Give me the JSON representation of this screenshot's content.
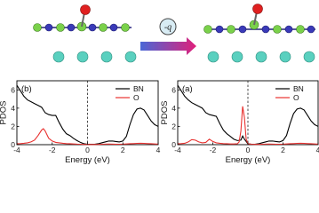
{
  "colors": {
    "bn": "#000000",
    "o": "#e8312f",
    "n_atom": "#3a3ab8",
    "b_atom": "#7ad14a",
    "o_atom": "#e02020",
    "substrate_atom": "#5ad0bf",
    "arrow_start": "#4a67d6",
    "arrow_end": "#e0207a"
  },
  "process_label": "-q",
  "icons": {
    "process_arrow": "gradient-arrow-icon",
    "process_badge": "circle-badge-icon"
  },
  "chart_data": [
    {
      "type": "line",
      "panel_label": "(b)",
      "xlabel": "Energy (eV)",
      "ylabel": "PDOS",
      "xlim": [
        -4,
        4
      ],
      "ylim": [
        0,
        7
      ],
      "xticks": [
        -4,
        -2,
        0,
        2,
        4
      ],
      "yticks": [
        0,
        2,
        4,
        6
      ],
      "fermi_level": 0,
      "legend_position": "top-right",
      "series": [
        {
          "name": "BN",
          "color": "#000000",
          "x": [
            -4.0,
            -3.8,
            -3.6,
            -3.4,
            -3.2,
            -3.0,
            -2.8,
            -2.6,
            -2.4,
            -2.2,
            -2.0,
            -1.8,
            -1.6,
            -1.4,
            -1.2,
            -1.0,
            -0.8,
            -0.6,
            -0.4,
            -0.2,
            0.0,
            0.2,
            0.4,
            0.6,
            0.8,
            1.0,
            1.2,
            1.4,
            1.6,
            1.8,
            2.0,
            2.2,
            2.4,
            2.6,
            2.8,
            3.0,
            3.2,
            3.4,
            3.6,
            3.8,
            4.0
          ],
          "y": [
            6.5,
            5.9,
            5.3,
            4.9,
            4.7,
            4.5,
            4.3,
            4.1,
            3.5,
            3.3,
            3.2,
            3.2,
            2.4,
            1.7,
            1.2,
            1.0,
            0.7,
            0.45,
            0.25,
            0.1,
            0.05,
            0.05,
            0.05,
            0.1,
            0.2,
            0.3,
            0.4,
            0.4,
            0.35,
            0.3,
            0.4,
            0.9,
            2.2,
            3.3,
            3.9,
            4.0,
            3.8,
            3.2,
            2.6,
            2.2,
            2.0
          ]
        },
        {
          "name": "O",
          "color": "#e8312f",
          "x": [
            -4.0,
            -3.8,
            -3.6,
            -3.4,
            -3.2,
            -3.0,
            -2.8,
            -2.6,
            -2.5,
            -2.4,
            -2.2,
            -2.0,
            -1.8,
            -1.6,
            -1.4,
            -1.2,
            -1.0,
            -0.8,
            -0.6,
            -0.4,
            -0.2,
            0.0,
            0.2,
            0.4,
            0.6,
            0.8,
            1.0,
            1.2,
            1.4,
            1.6,
            1.8,
            2.0,
            2.2,
            2.4,
            2.6,
            2.8,
            3.0,
            3.2,
            3.4,
            3.6,
            3.8,
            4.0
          ],
          "y": [
            0.1,
            0.12,
            0.15,
            0.2,
            0.3,
            0.5,
            1.0,
            1.6,
            1.75,
            1.5,
            0.7,
            0.4,
            0.25,
            0.2,
            0.15,
            0.12,
            0.1,
            0.08,
            0.06,
            0.05,
            0.03,
            0.02,
            0.02,
            0.02,
            0.03,
            0.05,
            0.06,
            0.07,
            0.06,
            0.05,
            0.05,
            0.06,
            0.08,
            0.1,
            0.12,
            0.14,
            0.15,
            0.14,
            0.12,
            0.1,
            0.08,
            0.06
          ]
        }
      ]
    },
    {
      "type": "line",
      "panel_label": "(a)",
      "xlabel": "Energy (eV)",
      "ylabel": "PDOS",
      "xlim": [
        -4,
        4
      ],
      "ylim": [
        0,
        7
      ],
      "xticks": [
        -4,
        -2,
        0,
        2,
        4
      ],
      "yticks": [
        0,
        2,
        4,
        6
      ],
      "fermi_level": 0,
      "legend_position": "top-right",
      "series": [
        {
          "name": "BN",
          "color": "#000000",
          "x": [
            -4.0,
            -3.8,
            -3.6,
            -3.4,
            -3.2,
            -3.0,
            -2.8,
            -2.6,
            -2.4,
            -2.2,
            -2.0,
            -1.8,
            -1.6,
            -1.4,
            -1.2,
            -1.0,
            -0.8,
            -0.6,
            -0.4,
            -0.3,
            -0.2,
            0.0,
            0.2,
            0.4,
            0.6,
            0.8,
            1.0,
            1.2,
            1.4,
            1.6,
            1.8,
            2.0,
            2.2,
            2.4,
            2.6,
            2.8,
            3.0,
            3.2,
            3.4,
            3.6,
            3.8,
            4.0
          ],
          "y": [
            6.5,
            5.9,
            5.3,
            4.9,
            4.6,
            4.4,
            4.2,
            4.0,
            3.5,
            3.3,
            3.2,
            3.1,
            2.3,
            1.6,
            1.2,
            0.9,
            0.6,
            0.45,
            0.5,
            0.95,
            0.6,
            0.1,
            0.05,
            0.05,
            0.1,
            0.2,
            0.3,
            0.4,
            0.4,
            0.35,
            0.3,
            0.45,
            1.0,
            2.3,
            3.4,
            3.9,
            4.0,
            3.8,
            3.2,
            2.6,
            2.2,
            2.0
          ]
        },
        {
          "name": "O",
          "color": "#e8312f",
          "x": [
            -4.0,
            -3.8,
            -3.6,
            -3.4,
            -3.2,
            -3.0,
            -2.8,
            -2.6,
            -2.4,
            -2.2,
            -2.0,
            -1.8,
            -1.6,
            -1.4,
            -1.2,
            -1.0,
            -0.8,
            -0.6,
            -0.5,
            -0.4,
            -0.3,
            -0.2,
            -0.1,
            0.0,
            0.2,
            0.4,
            0.6,
            0.8,
            1.0,
            1.2,
            1.4,
            1.6,
            1.8,
            2.0,
            2.2,
            2.4,
            2.6,
            2.8,
            3.0,
            3.2,
            3.4,
            3.6,
            3.8,
            4.0
          ],
          "y": [
            0.1,
            0.12,
            0.15,
            0.3,
            0.55,
            0.5,
            0.3,
            0.2,
            0.25,
            0.6,
            0.35,
            0.2,
            0.15,
            0.12,
            0.1,
            0.08,
            0.08,
            0.1,
            0.3,
            1.5,
            4.2,
            3.0,
            0.6,
            0.1,
            0.05,
            0.03,
            0.03,
            0.05,
            0.06,
            0.07,
            0.06,
            0.05,
            0.05,
            0.06,
            0.08,
            0.1,
            0.12,
            0.14,
            0.15,
            0.14,
            0.12,
            0.1,
            0.08,
            0.06
          ]
        }
      ]
    }
  ]
}
